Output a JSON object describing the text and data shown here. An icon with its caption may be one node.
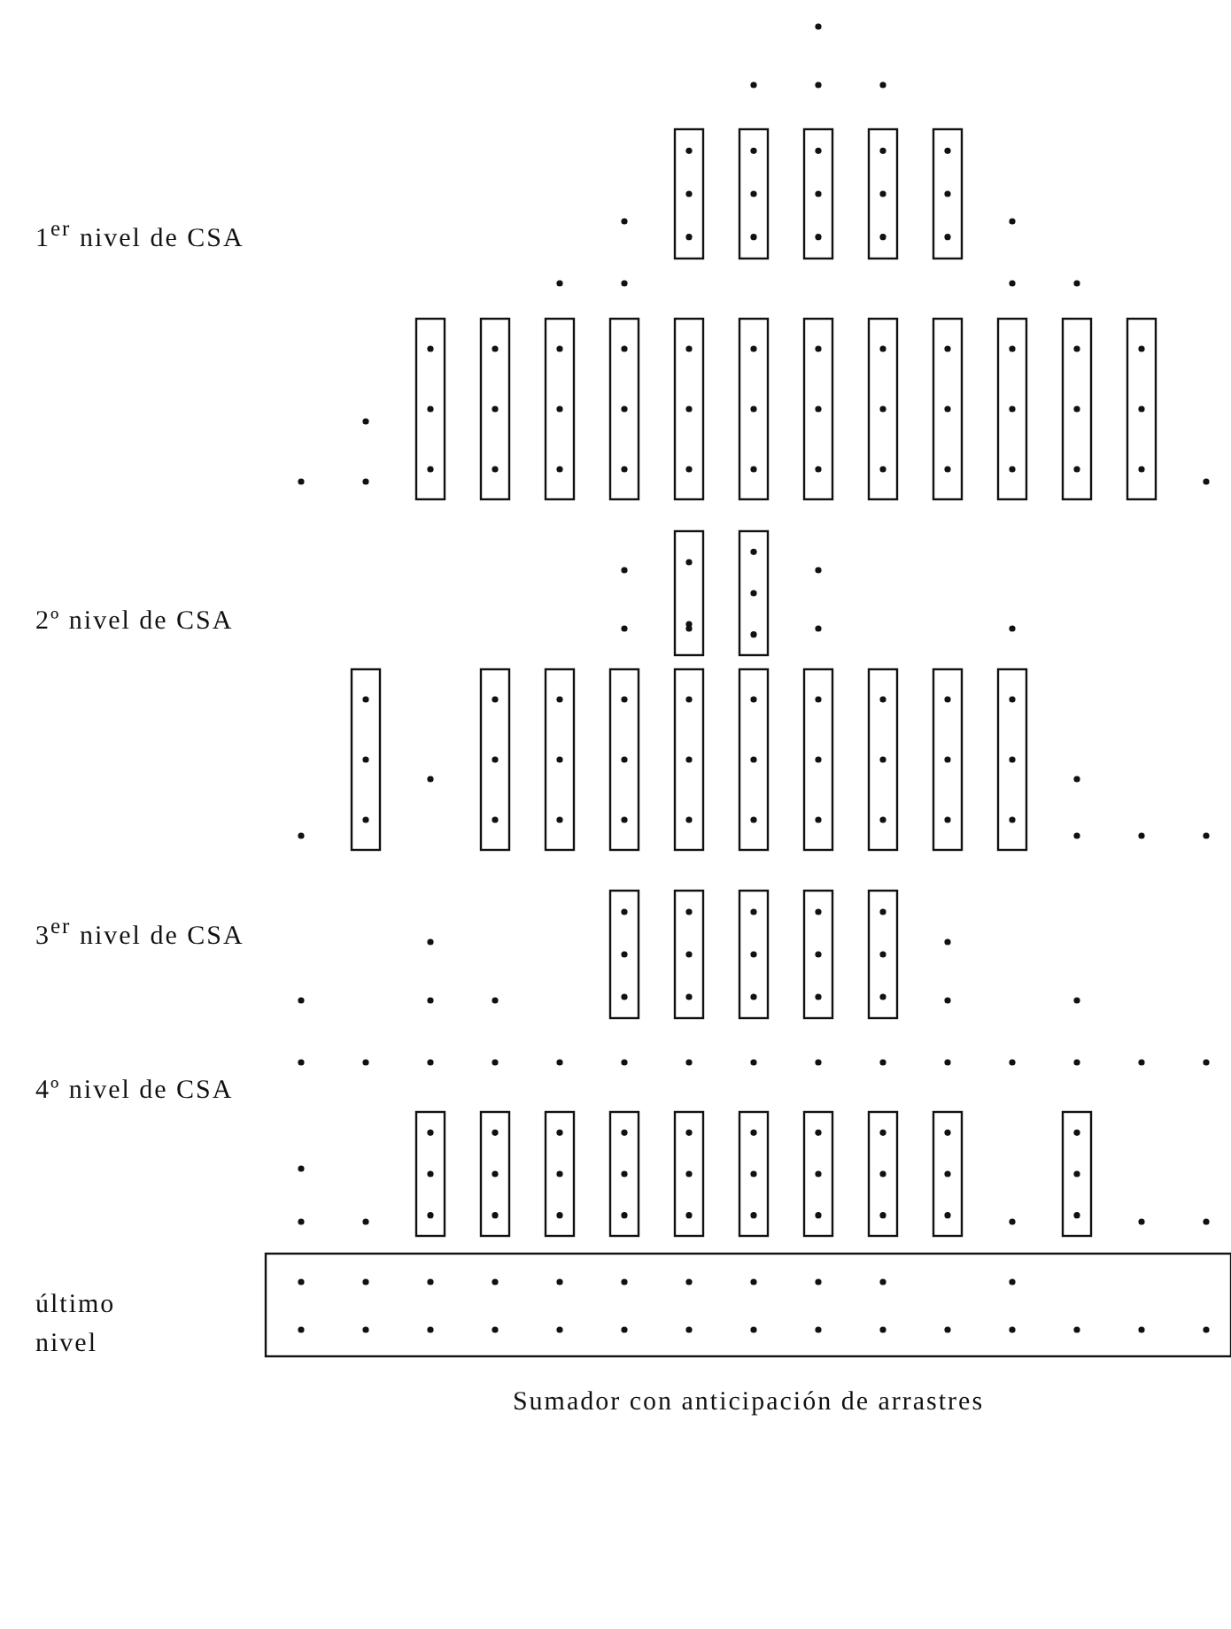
{
  "diagram": {
    "caption": "Sumador con anticipación de arrastres",
    "labels": [
      "1$^{er}$ nivel de CSA",
      "2º nivel de CSA",
      "3$^{er}$ nivel de CSA",
      "4º nivel de CSA",
      "último nivel"
    ]
  }
}
